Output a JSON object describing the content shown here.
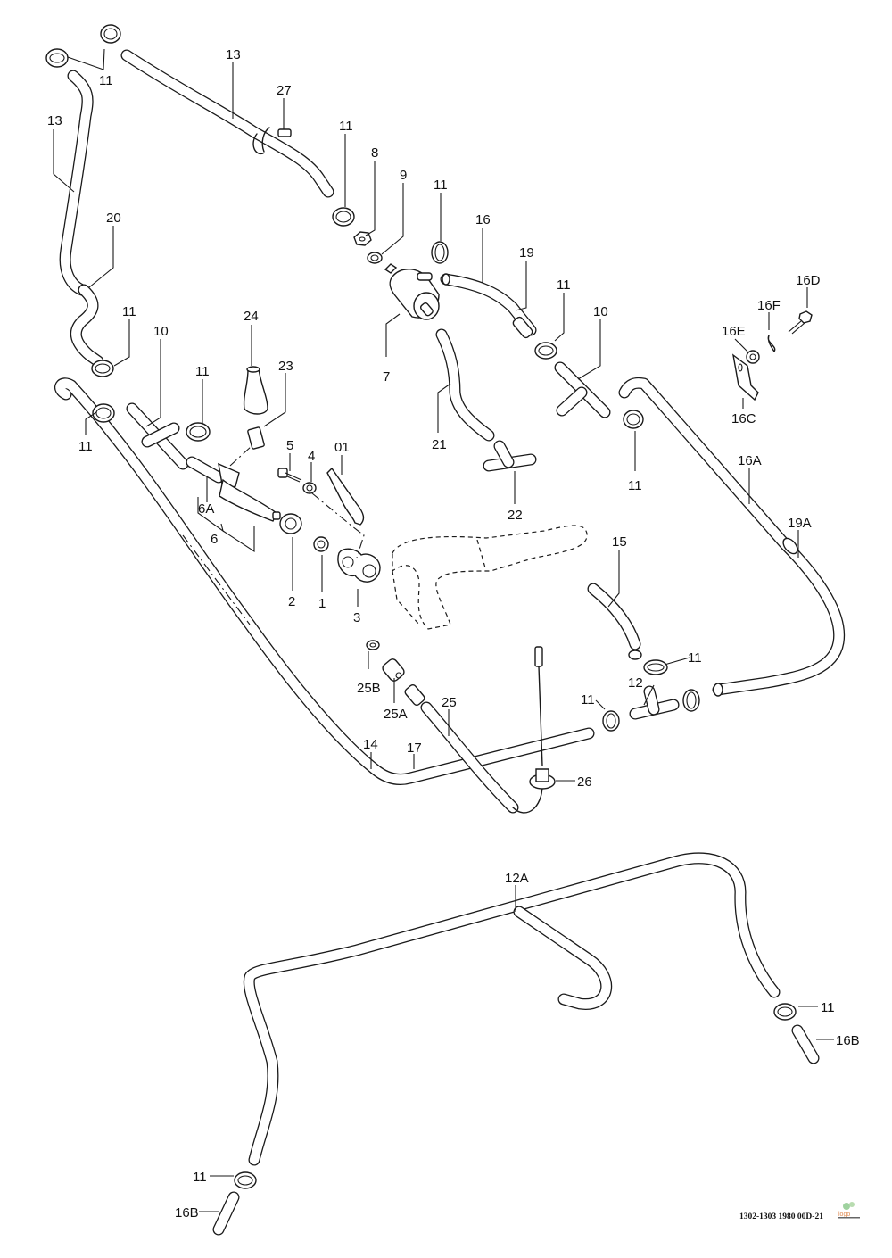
{
  "diagram": {
    "title": "Fuel / vacuum hose routing — exploded parts view",
    "reference_code": "1302-1303 1980 00D-21",
    "watermark": "logo",
    "callouts": [
      {
        "id": "c11a",
        "text": "11"
      },
      {
        "id": "c13a",
        "text": "13"
      },
      {
        "id": "c13b",
        "text": "13"
      },
      {
        "id": "c27",
        "text": "27"
      },
      {
        "id": "c11b",
        "text": "11"
      },
      {
        "id": "c8",
        "text": "8"
      },
      {
        "id": "c9",
        "text": "9"
      },
      {
        "id": "c11c",
        "text": "11"
      },
      {
        "id": "c16",
        "text": "16"
      },
      {
        "id": "c19",
        "text": "19"
      },
      {
        "id": "c20",
        "text": "20"
      },
      {
        "id": "c7",
        "text": "7"
      },
      {
        "id": "c11d",
        "text": "11"
      },
      {
        "id": "c10a",
        "text": "10"
      },
      {
        "id": "c16d",
        "text": "16D"
      },
      {
        "id": "c16f",
        "text": "16F"
      },
      {
        "id": "c16e",
        "text": "16E"
      },
      {
        "id": "c16c",
        "text": "16C"
      },
      {
        "id": "c11e",
        "text": "11"
      },
      {
        "id": "c10b",
        "text": "10"
      },
      {
        "id": "c24",
        "text": "24"
      },
      {
        "id": "c11f",
        "text": "11"
      },
      {
        "id": "c23",
        "text": "23"
      },
      {
        "id": "c21",
        "text": "21"
      },
      {
        "id": "c11g",
        "text": "11"
      },
      {
        "id": "c5",
        "text": "5"
      },
      {
        "id": "c4",
        "text": "4"
      },
      {
        "id": "c01",
        "text": "01"
      },
      {
        "id": "c22",
        "text": "22"
      },
      {
        "id": "c11h",
        "text": "11"
      },
      {
        "id": "c16a",
        "text": "16A"
      },
      {
        "id": "c6a",
        "text": "6A"
      },
      {
        "id": "c6",
        "text": "6"
      },
      {
        "id": "c19a",
        "text": "19A"
      },
      {
        "id": "c15",
        "text": "15"
      },
      {
        "id": "c2",
        "text": "2"
      },
      {
        "id": "c1",
        "text": "1"
      },
      {
        "id": "c3",
        "text": "3"
      },
      {
        "id": "c11i",
        "text": "11"
      },
      {
        "id": "c12",
        "text": "12"
      },
      {
        "id": "c11j",
        "text": "11"
      },
      {
        "id": "c25b",
        "text": "25B"
      },
      {
        "id": "c25a",
        "text": "25A"
      },
      {
        "id": "c25",
        "text": "25"
      },
      {
        "id": "c14",
        "text": "14"
      },
      {
        "id": "c17",
        "text": "17"
      },
      {
        "id": "c26",
        "text": "26"
      },
      {
        "id": "c12a",
        "text": "12A"
      },
      {
        "id": "c11k",
        "text": "11"
      },
      {
        "id": "c16b1",
        "text": "16B"
      },
      {
        "id": "c11l",
        "text": "11"
      },
      {
        "id": "c16b2",
        "text": "16B"
      }
    ]
  }
}
